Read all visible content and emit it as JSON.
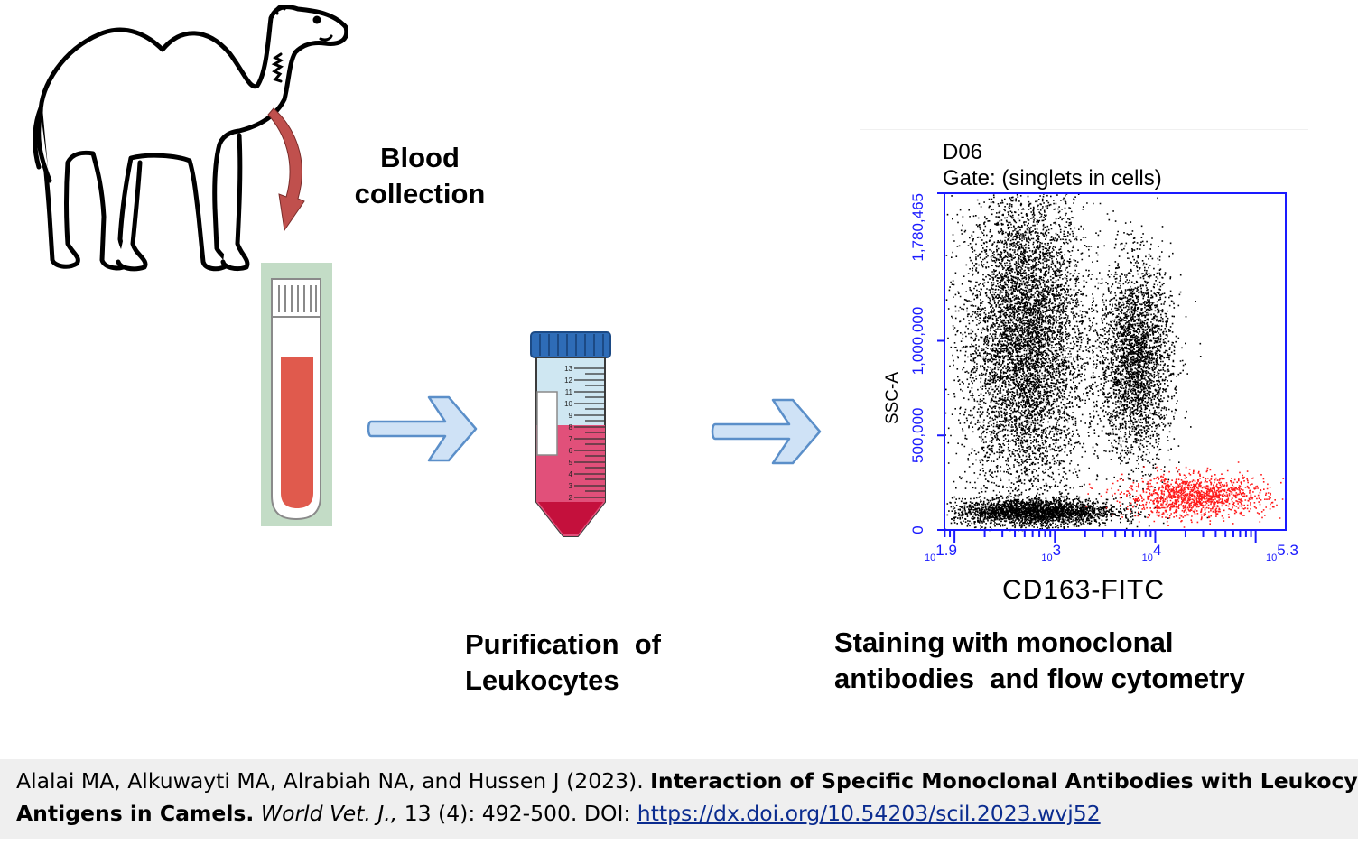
{
  "steps": {
    "blood_collection": {
      "line1": "Blood",
      "line2": "collection"
    },
    "purification": {
      "line1": "Purification  of",
      "line2": "Leukocytes"
    },
    "staining": {
      "line1": "Staining with monoclonal",
      "line2": "antibodies  and flow cytometry"
    }
  },
  "icons": [
    "camel-illustration",
    "red-curved-arrow-icon",
    "blood-tube-icon",
    "right-arrow-icon",
    "conical-centrifuge-tube-icon",
    "right-arrow-icon"
  ],
  "colors": {
    "arrow_fill": "#cfe2f6",
    "arrow_stroke": "#5b8fc9",
    "blood": "#e05a4d",
    "tube_bg": "#c3dcc6",
    "plot_axis": "#1a1aff",
    "gated_events": "#ff1a1a"
  },
  "falcon_tube": {
    "marks": [
      "13",
      "12",
      "11",
      "10",
      "9",
      "8",
      "7",
      "6",
      "5",
      "4",
      "3",
      "2"
    ]
  },
  "chart_data": {
    "type": "scatter",
    "sample": "D06",
    "gate": "Gate: (singlets in cells)",
    "xlabel": "CD163-FITC",
    "ylabel": "SSC-A",
    "x_scale": "log",
    "x_ticks": [
      {
        "base": "10",
        "exp": "1.9"
      },
      {
        "base": "10",
        "exp": "3"
      },
      {
        "base": "10",
        "exp": "4"
      },
      {
        "base": "10",
        "exp": "5.3"
      }
    ],
    "y_ticks": [
      "0",
      "500,000",
      "1,000,000",
      "1,780,465"
    ],
    "xlim_log10": [
      1.9,
      5.3
    ],
    "ylim": [
      0,
      1780465
    ],
    "populations": [
      {
        "name": "",
        "color": "#000000",
        "center": [
          2.7,
          1000000
        ],
        "spread": [
          0.3,
          420000
        ],
        "events": 9000
      },
      {
        "name": "",
        "color": "#000000",
        "center": [
          3.8,
          900000
        ],
        "spread": [
          0.18,
          260000
        ],
        "events": 3000
      },
      {
        "name": "",
        "color": "#000000",
        "center": [
          2.8,
          100000
        ],
        "spread": [
          0.4,
          35000
        ],
        "events": 2500
      },
      {
        "name": "",
        "color": "#ff1a1a",
        "center": [
          4.4,
          180000
        ],
        "spread": [
          0.35,
          55000
        ],
        "events": 1300
      }
    ]
  },
  "citation": {
    "authors": "Alalai MA, Alkuwayti MA, Alrabiah NA, and Hussen J (2023).",
    "title_part1": "Interaction of Specific Monoclonal Antibodies with Leukocyte",
    "title_part2": "Antigens in Camels.",
    "journal": "World Vet. J.,",
    "volume": "13 (4): 492-500. DOI:",
    "doi": "https://dx.doi.org/10.54203/scil.2023.wvj52"
  }
}
